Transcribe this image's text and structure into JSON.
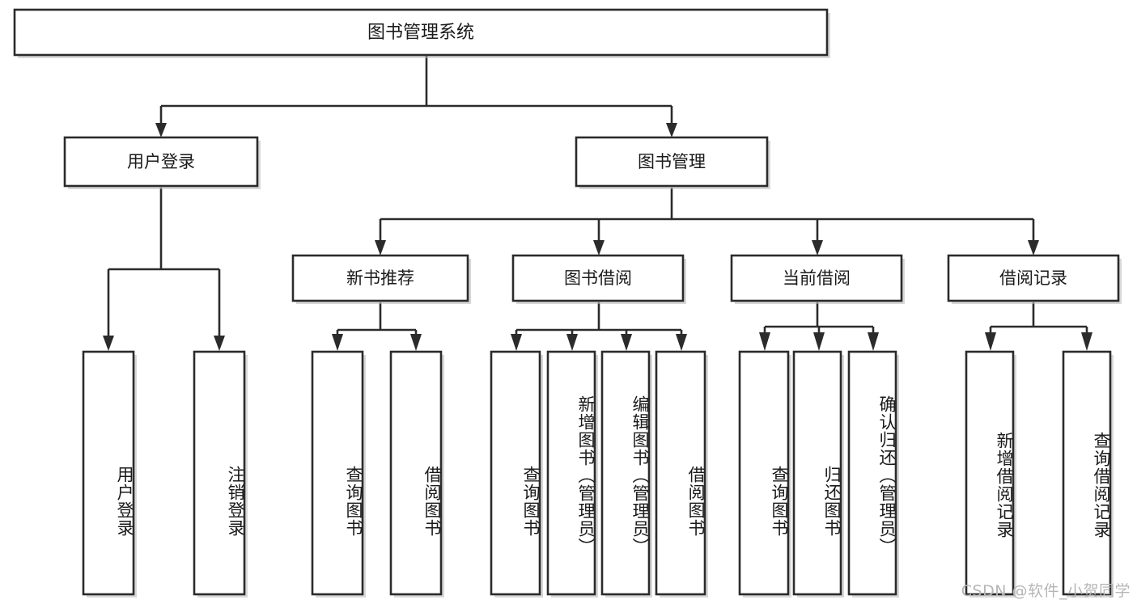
{
  "diagram": {
    "type": "tree",
    "title": "图书管理系统",
    "orientation": "top-down",
    "theme": {
      "background": "#ffffff",
      "box_fill": "#ffffff",
      "box_stroke": "#2b2b2b",
      "edge_color": "#2b2b2b",
      "text_color": "#1a1a1a",
      "watermark_color": "#b6b6b6"
    },
    "root": {
      "label": "图书管理系统"
    },
    "level2": [
      {
        "label": "用户登录"
      },
      {
        "label": "图书管理"
      }
    ],
    "level3": [
      {
        "label": "新书推荐"
      },
      {
        "label": "图书借阅"
      },
      {
        "label": "当前借阅"
      },
      {
        "label": "借阅记录"
      }
    ],
    "leaves": {
      "user_login": [
        {
          "label": "用户登录"
        },
        {
          "label": "注销登录"
        }
      ],
      "new_book_recommend": [
        {
          "label": "查询图书"
        },
        {
          "label": "借阅图书"
        }
      ],
      "book_borrow": [
        {
          "label": "查询图书"
        },
        {
          "label": "新增图书（管理员）"
        },
        {
          "label": "编辑图书（管理员）"
        },
        {
          "label": "借阅图书"
        }
      ],
      "current_borrow": [
        {
          "label": "查询图书"
        },
        {
          "label": "归还图书"
        },
        {
          "label": "确认归还（管理员）"
        }
      ],
      "borrow_records": [
        {
          "label": "新增借阅记录"
        },
        {
          "label": "查询借阅记录"
        }
      ]
    },
    "watermark": "CSDN @软件_小贺同学"
  }
}
